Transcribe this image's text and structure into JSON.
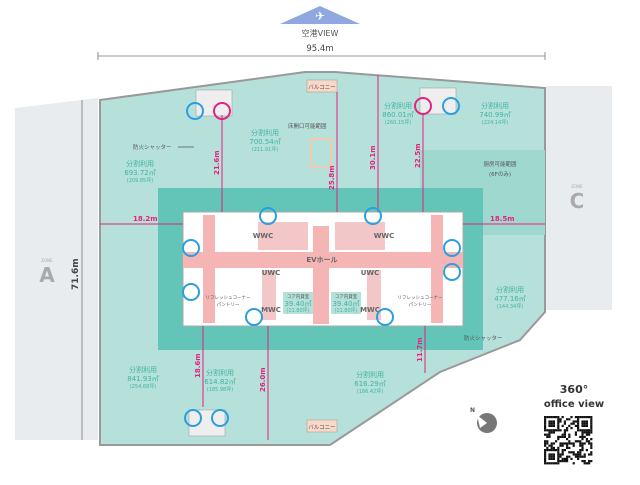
{
  "header": {
    "view_label": "空港VIEW",
    "width_dim": "95.4m",
    "plane_icon": "airplane-icon"
  },
  "height_dim": "71.6m",
  "zones": [
    {
      "caption": "ZONE",
      "letter": "A"
    },
    {
      "caption": "ZONE",
      "letter": "C"
    }
  ],
  "areas": [
    {
      "label": "分割利用",
      "sqm": "693.72㎡",
      "tsubo": "(209.85坪)"
    },
    {
      "label": "分割利用",
      "sqm": "700.54㎡",
      "tsubo": "(211.91坪)"
    },
    {
      "label": "分割利用",
      "sqm": "860.01㎡",
      "tsubo": "(260.15坪)"
    },
    {
      "label": "分割利用",
      "sqm": "740.99㎡",
      "tsubo": "(224.14坪)"
    },
    {
      "label": "分割利用",
      "sqm": "477.16㎡",
      "tsubo": "(144.34坪)"
    },
    {
      "label": "分割利用",
      "sqm": "841.93㎡",
      "tsubo": "(254.68坪)"
    },
    {
      "label": "分割利用",
      "sqm": "614.82㎡",
      "tsubo": "(185.98坪)"
    },
    {
      "label": "分割利用",
      "sqm": "616.29㎡",
      "tsubo": "(186.42坪)"
    }
  ],
  "dimensions": {
    "d1": "21.6m",
    "d2": "25.8m",
    "d3": "30.1m",
    "d4": "22.5m",
    "left": "18.2m",
    "right": "18.5m",
    "b1": "18.6m",
    "b2": "26.0m",
    "b3": "11.7m"
  },
  "annotations": {
    "shutter": "防火シャッター",
    "floor_opening": "床開口可能範囲",
    "kitchen": "厨房可能範囲",
    "kitchen_note": "(6Fのみ)",
    "balcony": "バルコニー"
  },
  "core": {
    "ev_hall": "EVホール",
    "wwc": "WWC",
    "uwc": "UWC",
    "mwc": "MWC",
    "refresh": "リフレッシュコーナー",
    "pantry": "パントリー",
    "storage": "コア内貸室",
    "storage_sqm": "39.40㎡",
    "storage_tsubo": "(11.80坪)"
  },
  "office_view": {
    "title": "360°",
    "subtitle": "office view",
    "qr_icon": "qr-code-icon"
  },
  "compass": {
    "label": "N",
    "icon": "north-compass-icon"
  },
  "colors": {
    "floor_light": "#b6e0da",
    "floor_dark": "#63c5b8",
    "core_pink": "#f5b5b5",
    "dimension": "#e6217f",
    "marker_blue": "#2a9fe0",
    "marker_magenta": "#e6217f",
    "zone_gray": "#e8ecef"
  }
}
